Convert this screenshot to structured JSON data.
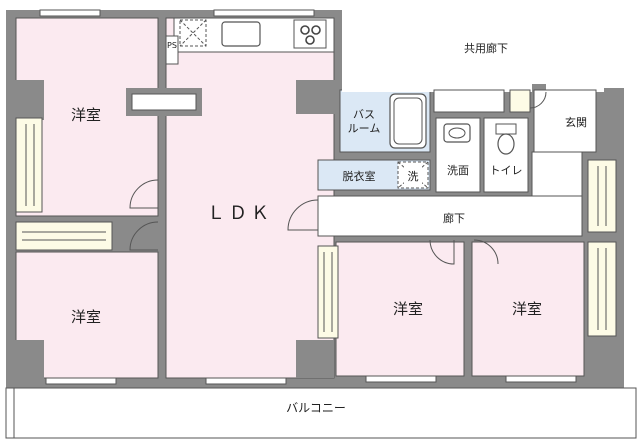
{
  "rooms": {
    "western_room_top_left": "洋室",
    "western_room_bottom_left": "洋室",
    "western_room_center": "洋室",
    "western_room_right": "洋室",
    "ldk": "ＬＤＫ",
    "bathroom_line1": "バス",
    "bathroom_line2": "ルーム",
    "dressing_room": "脱衣室",
    "washbasin": "洗面",
    "toilet": "トイレ",
    "entrance": "玄関",
    "hallway": "廊下",
    "shared_corridor": "共用廊下",
    "balcony": "バルコニー"
  },
  "fixtures": {
    "pipe_shaft": "PS",
    "washing_machine": "洗"
  },
  "colors": {
    "room_fill": "#fbeaf0",
    "wall": "#7f7f7f",
    "wet_area_fill": "#dbe8f5",
    "closet_fill": "#fdfbe6"
  }
}
